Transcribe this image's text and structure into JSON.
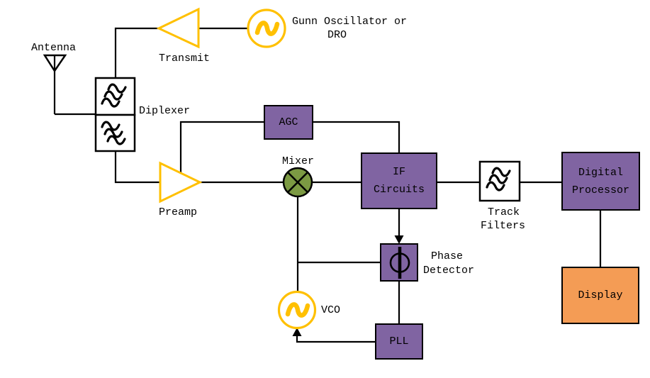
{
  "diagram": {
    "type": "block-diagram",
    "subject": "Radar transceiver block diagram",
    "colors": {
      "block_purple": "#8064A2",
      "display_orange": "#F49C55",
      "mixer_green": "#7C9A43",
      "source_amber": "#FFC000",
      "line_black": "#000000",
      "background": "#FFFFFF"
    },
    "nodes": {
      "antenna": {
        "label": "Antenna"
      },
      "transmit_amp": {
        "label": "Transmit"
      },
      "gunn_oscillator": {
        "label_line1": "Gunn Oscillator or",
        "label_line2": "DRO"
      },
      "diplexer": {
        "label": "Diplexer"
      },
      "preamp": {
        "label": "Preamp"
      },
      "agc": {
        "label": "AGC"
      },
      "mixer": {
        "label": "Mixer"
      },
      "if_circuits": {
        "label_line1": "IF",
        "label_line2": "Circuits"
      },
      "track_filters": {
        "label_line1": "Track",
        "label_line2": "Filters"
      },
      "digital_processor": {
        "label_line1": "Digital",
        "label_line2": "Processor"
      },
      "display": {
        "label": "Display"
      },
      "phase_detector": {
        "label_line1": "Phase",
        "label_line2": "Detector"
      },
      "vco": {
        "label": "VCO"
      },
      "pll": {
        "label": "PLL"
      }
    },
    "edges": [
      [
        "gunn_oscillator",
        "transmit_amp"
      ],
      [
        "transmit_amp",
        "diplexer"
      ],
      [
        "diplexer",
        "antenna"
      ],
      [
        "antenna",
        "diplexer"
      ],
      [
        "diplexer",
        "preamp"
      ],
      [
        "preamp",
        "mixer"
      ],
      [
        "preamp",
        "agc"
      ],
      [
        "agc",
        "if_circuits"
      ],
      [
        "mixer",
        "if_circuits"
      ],
      [
        "if_circuits",
        "track_filters"
      ],
      [
        "track_filters",
        "digital_processor"
      ],
      [
        "digital_processor",
        "display"
      ],
      [
        "if_circuits",
        "phase_detector"
      ],
      [
        "vco",
        "mixer"
      ],
      [
        "vco",
        "phase_detector"
      ],
      [
        "phase_detector",
        "pll"
      ],
      [
        "pll",
        "vco"
      ]
    ]
  }
}
